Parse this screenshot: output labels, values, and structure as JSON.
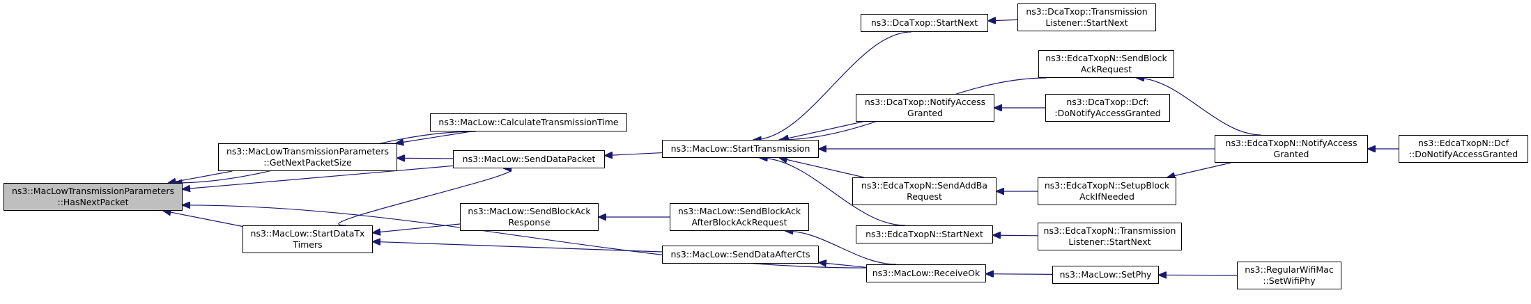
{
  "colors": {
    "edge": "#191970",
    "focus_fill": "#bfbfbf",
    "node_border": "#000000",
    "background": "#ffffff"
  },
  "nodes": {
    "has_next_packet": "ns3::MacLowTransmissionParameters\n::HasNextPacket",
    "calc_tx_time": "ns3::MacLow::CalculateTransmissionTime",
    "get_next_packet_size": "ns3::MacLowTransmissionParameters\n::GetNextPacketSize",
    "send_data_packet": "ns3::MacLow::SendDataPacket",
    "start_data_tx_timers": "ns3::MacLow::StartDataTx\nTimers",
    "send_block_ack_response": "ns3::MacLow::SendBlockAck\nResponse",
    "send_data_after_cts": "ns3::MacLow::SendDataAfterCts",
    "start_transmission": "ns3::MacLow::StartTransmission",
    "send_block_ack_after_bar": "ns3::MacLow::SendBlockAck\nAfterBlockAckRequest",
    "dcatxop_start_next": "ns3::DcaTxop::StartNext",
    "dcatxop_notify_access": "ns3::DcaTxop::NotifyAccess\nGranted",
    "edca_send_add_ba": "ns3::EdcaTxopN::SendAddBa\nRequest",
    "edca_start_next": "ns3::EdcaTxopN::StartNext",
    "receive_ok": "ns3::MacLow::ReceiveOk",
    "dcatxop_tl_start_next": "ns3::DcaTxop::Transmission\nListener::StartNext",
    "edca_send_bar": "ns3::EdcaTxopN::SendBlock\nAckRequest",
    "dcatxop_dcf_do_notify": "ns3::DcaTxop::Dcf:\n:DoNotifyAccessGranted",
    "edca_setup_block_ack": "ns3::EdcaTxopN::SetupBlock\nAckIfNeeded",
    "edca_tl_start_next": "ns3::EdcaTxopN::Transmission\nListener::StartNext",
    "set_phy": "ns3::MacLow::SetPhy",
    "edca_notify_access": "ns3::EdcaTxopN::NotifyAccess\nGranted",
    "regular_wifi_set_phy": "ns3::RegularWifiMac\n::SetWifiPhy",
    "edca_dcf_do_notify": "ns3::EdcaTxopN::Dcf\n::DoNotifyAccessGranted"
  },
  "edges": [
    [
      "calc_tx_time",
      "has_next_packet"
    ],
    [
      "get_next_packet_size",
      "has_next_packet"
    ],
    [
      "send_data_packet",
      "has_next_packet"
    ],
    [
      "start_data_tx_timers",
      "has_next_packet"
    ],
    [
      "receive_ok",
      "has_next_packet"
    ],
    [
      "calc_tx_time",
      "get_next_packet_size"
    ],
    [
      "send_data_packet",
      "get_next_packet_size"
    ],
    [
      "start_data_tx_timers",
      "send_data_packet"
    ],
    [
      "start_transmission",
      "send_data_packet"
    ],
    [
      "send_block_ack_response",
      "start_data_tx_timers"
    ],
    [
      "send_data_after_cts",
      "start_data_tx_timers"
    ],
    [
      "send_block_ack_after_bar",
      "send_block_ack_response"
    ],
    [
      "receive_ok",
      "send_data_after_cts"
    ],
    [
      "receive_ok",
      "send_block_ack_after_bar"
    ],
    [
      "dcatxop_start_next",
      "start_transmission"
    ],
    [
      "edca_send_bar",
      "start_transmission"
    ],
    [
      "dcatxop_notify_access",
      "start_transmission"
    ],
    [
      "edca_notify_access",
      "start_transmission"
    ],
    [
      "edca_send_add_ba",
      "start_transmission"
    ],
    [
      "edca_start_next",
      "start_transmission"
    ],
    [
      "dcatxop_tl_start_next",
      "dcatxop_start_next"
    ],
    [
      "dcatxop_dcf_do_notify",
      "dcatxop_notify_access"
    ],
    [
      "edca_setup_block_ack",
      "edca_send_add_ba"
    ],
    [
      "edca_tl_start_next",
      "edca_start_next"
    ],
    [
      "set_phy",
      "receive_ok"
    ],
    [
      "edca_notify_access",
      "edca_send_bar"
    ],
    [
      "edca_notify_access",
      "edca_setup_block_ack"
    ],
    [
      "edca_dcf_do_notify",
      "edca_notify_access"
    ],
    [
      "regular_wifi_set_phy",
      "set_phy"
    ]
  ]
}
